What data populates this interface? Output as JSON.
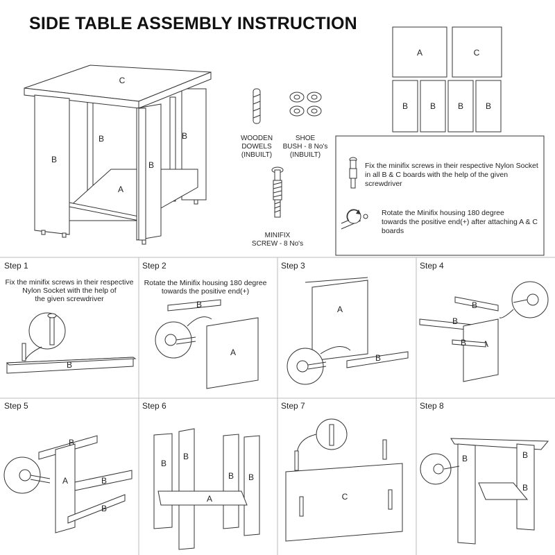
{
  "title": "SIDE TABLE ASSEMBLY INSTRUCTION",
  "parts": {
    "table_labels": {
      "top": "C",
      "left_outer": "B",
      "left_inner": "B",
      "right_inner": "B",
      "right_outer": "B",
      "shelf": "A"
    },
    "dowels": [
      "WOODEN",
      "DOWELS",
      "(INBUILT)"
    ],
    "shoe": [
      "SHOE",
      "BUSH - 8 No's",
      "(INBUILT)"
    ],
    "minifix": [
      "MINIFIX",
      "SCREW - 8 No's"
    ],
    "boards_top": [
      "A",
      "C"
    ],
    "boards_bottom": [
      "B",
      "B",
      "B",
      "B"
    ]
  },
  "instructions": {
    "screw": [
      "Fix the minifix screws in their respective Nylon Socket",
      "in all B & C boards with the help of the given",
      "screwdriver"
    ],
    "rotate": [
      "Rotate the Minifix housing 180 degree",
      "towards the positive end(+) after attaching A & C",
      "boards"
    ]
  },
  "steps": [
    {
      "name": "Step 1",
      "text": [
        "Fix the minifix screws in their respective",
        "Nylon Socket with the help of",
        "the given screwdriver"
      ],
      "labels": [
        "B"
      ]
    },
    {
      "name": "Step 2",
      "text": [
        "Rotate the Minifix housing 180 degree",
        "towards the positive end(+)"
      ],
      "labels": [
        "B",
        "A"
      ]
    },
    {
      "name": "Step 3",
      "text": [],
      "labels": [
        "A",
        "B"
      ]
    },
    {
      "name": "Step 4",
      "text": [],
      "labels": [
        "B",
        "B",
        "A",
        "B"
      ]
    },
    {
      "name": "Step 5",
      "text": [],
      "labels": [
        "B",
        "B",
        "A",
        "B"
      ]
    },
    {
      "name": "Step 6",
      "text": [],
      "labels": [
        "B",
        "B",
        "B",
        "B",
        "A"
      ]
    },
    {
      "name": "Step 7",
      "text": [],
      "labels": [
        "C"
      ]
    },
    {
      "name": "Step 8",
      "text": [],
      "labels": [
        "B",
        "B",
        "B"
      ]
    }
  ]
}
